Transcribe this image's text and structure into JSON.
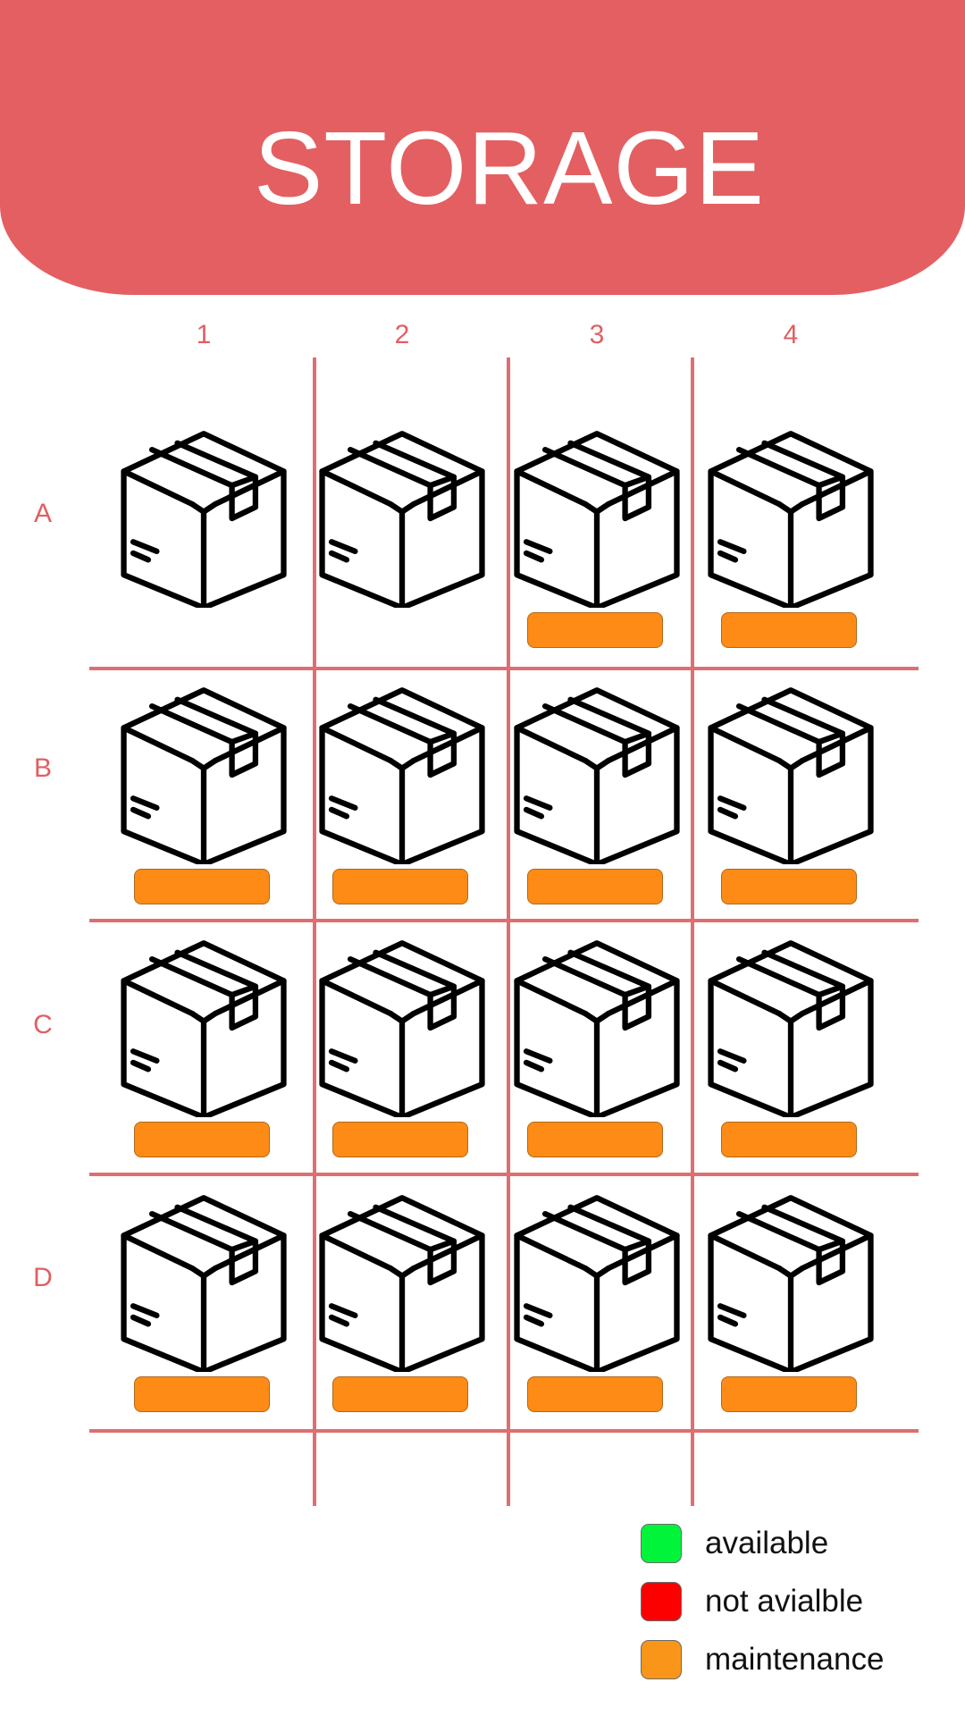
{
  "header": {
    "title": "STORAGE",
    "color": "#e45f61"
  },
  "grid": {
    "columns": [
      "1",
      "2",
      "3",
      "4"
    ],
    "rows": [
      {
        "label": "A",
        "cells": [
          {
            "id": "A1",
            "status": "none"
          },
          {
            "id": "A2",
            "status": "none"
          },
          {
            "id": "A3",
            "status": "maintenance"
          },
          {
            "id": "A4",
            "status": "maintenance"
          }
        ]
      },
      {
        "label": "B",
        "cells": [
          {
            "id": "B1",
            "status": "maintenance"
          },
          {
            "id": "B2",
            "status": "maintenance"
          },
          {
            "id": "B3",
            "status": "maintenance"
          },
          {
            "id": "B4",
            "status": "maintenance"
          }
        ]
      },
      {
        "label": "C",
        "cells": [
          {
            "id": "C1",
            "status": "maintenance"
          },
          {
            "id": "C2",
            "status": "maintenance"
          },
          {
            "id": "C3",
            "status": "maintenance"
          },
          {
            "id": "C4",
            "status": "maintenance"
          }
        ]
      },
      {
        "label": "D",
        "cells": [
          {
            "id": "D1",
            "status": "maintenance"
          },
          {
            "id": "D2",
            "status": "maintenance"
          },
          {
            "id": "D3",
            "status": "maintenance"
          },
          {
            "id": "D4",
            "status": "maintenance"
          }
        ]
      }
    ],
    "line_color": "#de6e70",
    "icon": "package-box-icon"
  },
  "legend": [
    {
      "key": "available",
      "label": "available",
      "color": "#00f53a"
    },
    {
      "key": "not_available",
      "label": "not avialble",
      "color": "#fc0000"
    },
    {
      "key": "maintenance",
      "label": "maintenance",
      "color": "#f9961a"
    }
  ]
}
